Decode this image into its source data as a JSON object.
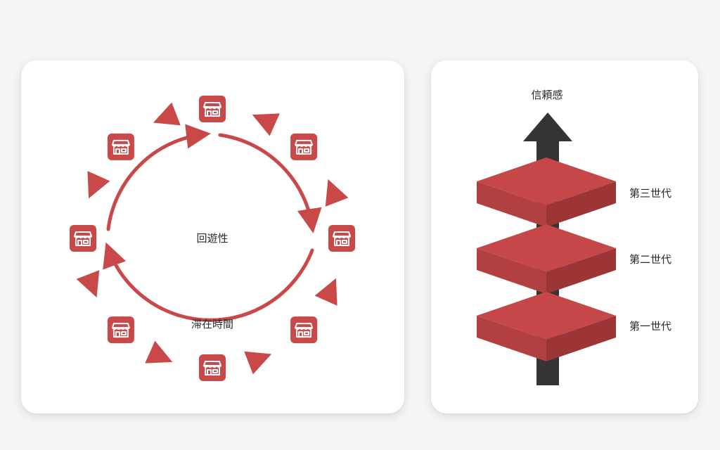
{
  "left_panel": {
    "center_label": "回遊性",
    "bottom_label": "滞在時間",
    "node_icon": "storefront-icon",
    "node_count": 8
  },
  "right_panel": {
    "top_label": "信頼感",
    "layers": [
      {
        "label": "第三世代"
      },
      {
        "label": "第二世代"
      },
      {
        "label": "第一世代"
      }
    ]
  },
  "colors": {
    "accent": "#c94848",
    "accent_top": "#c64747",
    "accent_side_light": "#b24040",
    "accent_side_dark": "#9c3636",
    "arrow_dark": "#333436",
    "card_bg": "#ffffff",
    "page_bg": "#f5f5f5"
  }
}
